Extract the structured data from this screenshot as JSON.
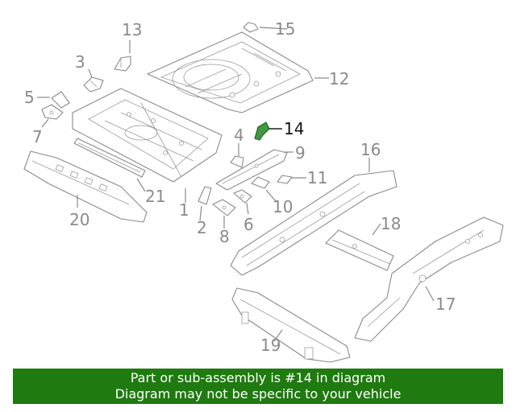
{
  "diagram": {
    "highlight_color": "#3f9a3f",
    "callouts": {
      "c1": "1",
      "c2": "2",
      "c3": "3",
      "c4": "4",
      "c5": "5",
      "c6": "6",
      "c7": "7",
      "c8": "8",
      "c9": "9",
      "c10": "10",
      "c11": "11",
      "c12": "12",
      "c13": "13",
      "c14": "14",
      "c15": "15",
      "c16": "16",
      "c17": "17",
      "c18": "18",
      "c19": "19",
      "c20": "20",
      "c21": "21"
    }
  },
  "notice": {
    "line1": "Part or sub-assembly is #14 in diagram",
    "line2": "Diagram may not be specific to your vehicle",
    "background": "#1f7a10"
  }
}
